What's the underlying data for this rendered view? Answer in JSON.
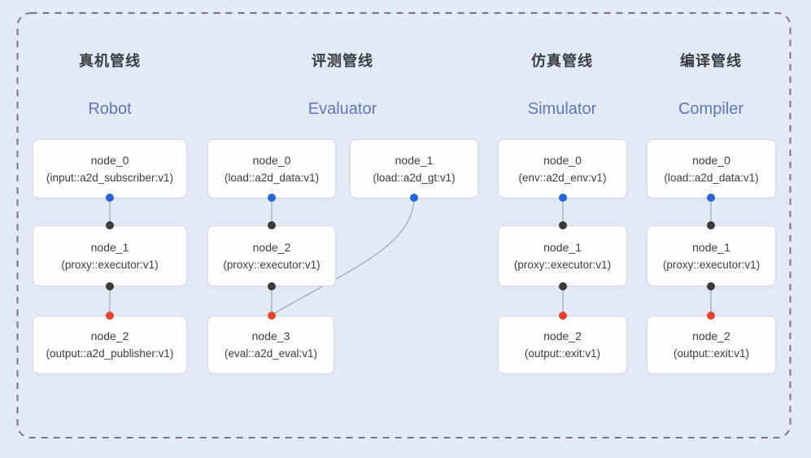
{
  "colors": {
    "bg": "#e4e9f7",
    "border-dash": "#757880",
    "edge": "#9aa5ba",
    "node-bg": "#fdfdfe",
    "node-border": "#d7dae1",
    "title-zh": "#3b3b40",
    "title-en": "#5b79c0",
    "text": "#3e3e42",
    "dot-blue": "#2565d6",
    "dot-black": "#3a3a3a",
    "dot-red": "#e8432d"
  },
  "port_legend": {
    "blue": "source-output-port",
    "black": "intermediate-port",
    "red": "final-input-port"
  },
  "pipelines": [
    {
      "title_zh": "真机管线",
      "title_en": "Robot",
      "nodes": [
        {
          "name": "node_0",
          "type": "(input::a2d_subscriber:v1)"
        },
        {
          "name": "node_1",
          "type": "(proxy::executor:v1)"
        },
        {
          "name": "node_2",
          "type": "(output::a2d_publisher:v1)"
        }
      ]
    },
    {
      "title_zh": "评测管线",
      "title_en": "Evaluator",
      "nodes": [
        {
          "name": "node_0",
          "type": "(load::a2d_data:v1)"
        },
        {
          "name": "node_1",
          "type": "(load::a2d_gt:v1)"
        },
        {
          "name": "node_2",
          "type": "(proxy::executor:v1)"
        },
        {
          "name": "node_3",
          "type": "(eval::a2d_eval:v1)"
        }
      ]
    },
    {
      "title_zh": "仿真管线",
      "title_en": "Simulator",
      "nodes": [
        {
          "name": "node_0",
          "type": "(env::a2d_env:v1)"
        },
        {
          "name": "node_1",
          "type": "(proxy::executor:v1)"
        },
        {
          "name": "node_2",
          "type": "(output::exit:v1)"
        }
      ]
    },
    {
      "title_zh": "编译管线",
      "title_en": "Compiler",
      "nodes": [
        {
          "name": "node_0",
          "type": "(load::a2d_data:v1)"
        },
        {
          "name": "node_1",
          "type": "(proxy::executor:v1)"
        },
        {
          "name": "node_2",
          "type": "(output::exit:v1)"
        }
      ]
    }
  ]
}
